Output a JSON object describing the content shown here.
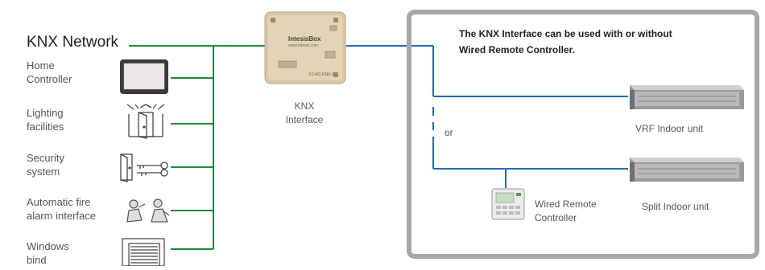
{
  "network": {
    "title": "KNX Network",
    "devices": [
      {
        "label_line1": "Home",
        "label_line2": "Controller",
        "icon": "touch-panel-icon"
      },
      {
        "label_line1": "Lighting",
        "label_line2": "facilities",
        "icon": "lighting-door-icon"
      },
      {
        "label_line1": "Security",
        "label_line2": "system",
        "icon": "door-keys-icon"
      },
      {
        "label_line1": "Automatic fire",
        "label_line2": "alarm interface",
        "icon": "fire-alarm-people-icon"
      },
      {
        "label_line1": "Windows",
        "label_line2": "bind",
        "icon": "window-blind-icon"
      }
    ]
  },
  "interface": {
    "box_brand": "IntesisBox",
    "box_url": "www.intesis.com",
    "box_model": "FJ-RC-KNX-1i",
    "label_line1": "KNX",
    "label_line2": "Interface"
  },
  "panel": {
    "note": "The KNX Interface can be used with or without Wired Remote Controller.",
    "or_label": "or",
    "vrf_label": "VRF Indoor unit",
    "split_label": "Split Indoor unit",
    "remote_line1": "Wired Remote",
    "remote_line2": "Controller"
  },
  "colors": {
    "knx_green": "#1b8a3a",
    "ac_blue": "#1f6db4",
    "panel_border": "#a8a8a8"
  }
}
